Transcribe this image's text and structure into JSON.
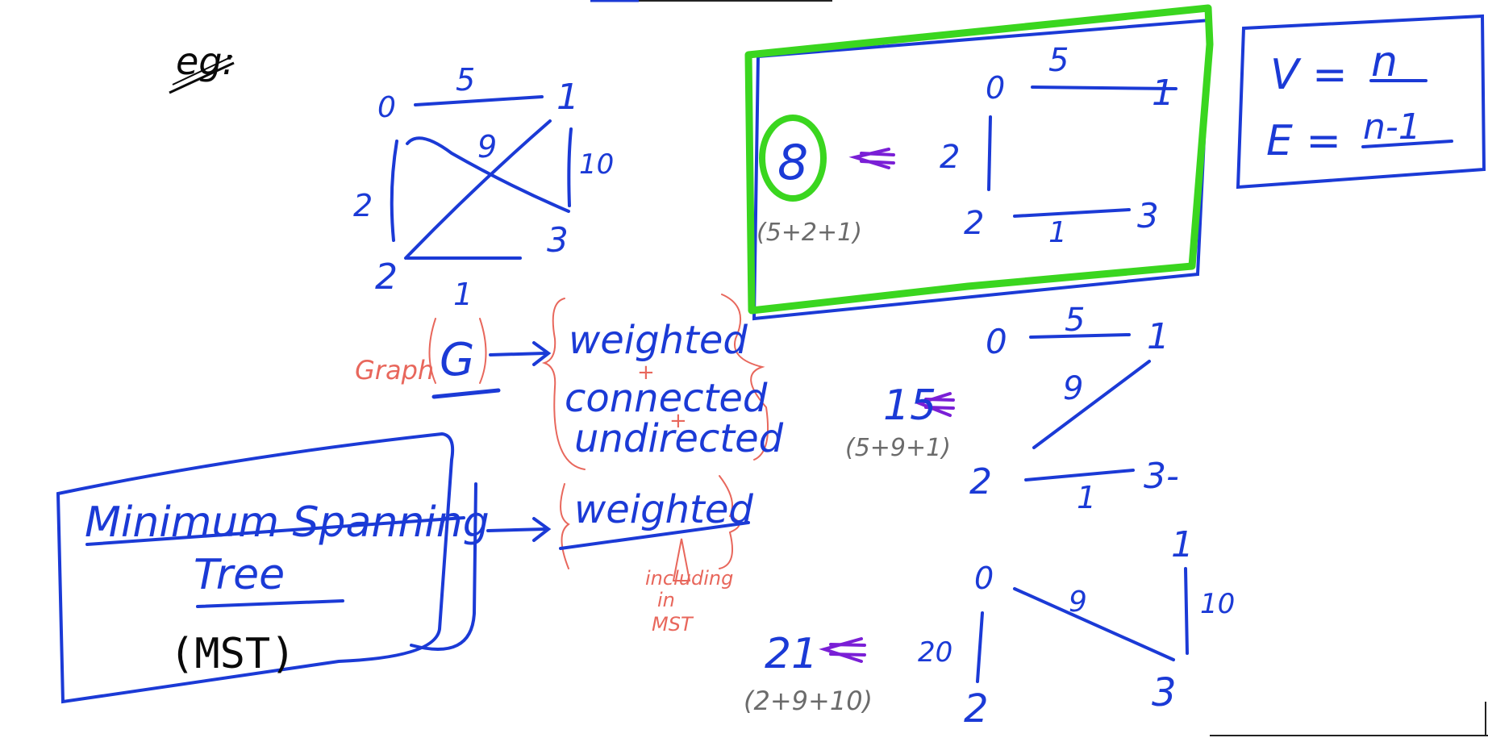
{
  "colors": {
    "ink": "#1b3ad6",
    "black": "#0a0a0a",
    "red": "#e8675c",
    "green": "#3ad61f",
    "purple": "#7a1fd6",
    "gray": "#6b6b6b"
  },
  "eg_label": "eg:",
  "original_graph": {
    "nodes": [
      "0",
      "1",
      "2",
      "3"
    ],
    "edge_labels": [
      "5",
      "9",
      "10",
      "2",
      "1"
    ]
  },
  "best_tree": {
    "total": "8",
    "breakdown": "(5+2+1)",
    "nodes": [
      "0",
      "1",
      "2",
      "3"
    ],
    "edge_labels": [
      "5",
      "2",
      "1"
    ]
  },
  "vertex_edge_box": {
    "v_label": "V =",
    "v_value": "n",
    "e_label": "E =",
    "e_value": "n-1"
  },
  "graph_props": {
    "graph_word": "Graph",
    "g_letter": "G",
    "items": [
      "weighted",
      "+",
      "connected",
      "+",
      "undirected"
    ]
  },
  "tree_2": {
    "total": "15",
    "breakdown": "(5+9+1)",
    "nodes": [
      "0",
      "1",
      "2",
      "3-"
    ],
    "edge_labels": [
      "5",
      "9",
      "1"
    ]
  },
  "mst_box": {
    "line1": "Minimum Spanning",
    "line2": "Tree",
    "abbr": "(MST)"
  },
  "mst_props": {
    "item": "weighted",
    "note_lines": [
      "including",
      "in",
      "MST"
    ]
  },
  "tree_3": {
    "total": "21",
    "breakdown": "(2+9+10)",
    "nodes": [
      "0",
      "1",
      "2",
      "3"
    ],
    "edge_labels": [
      "9",
      "10",
      "20"
    ]
  }
}
